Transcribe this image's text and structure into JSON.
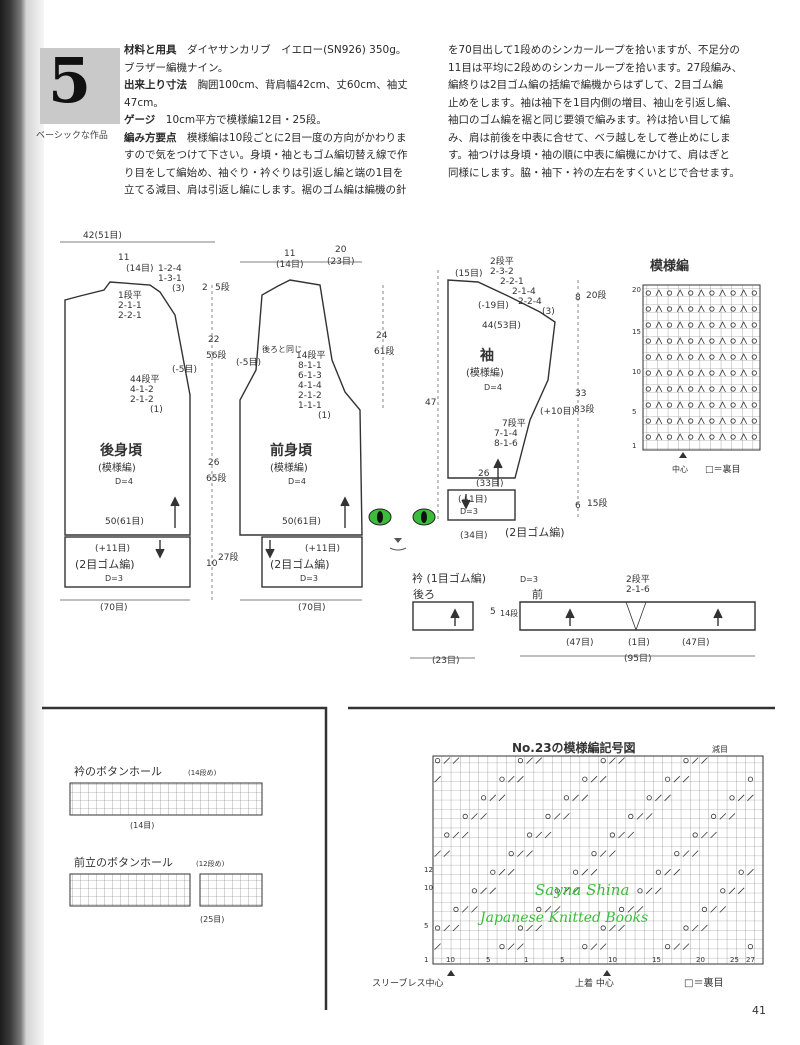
{
  "section": {
    "number": "5",
    "subtitle": "ベーシックな作品"
  },
  "materials": {
    "label": "材料と用具",
    "text": "ダイヤサンカリブ　イエロー(SN926) 350g。",
    "text2": "ブラザー編機ナイン。"
  },
  "size": {
    "label": "出来上り寸法",
    "text": "胸囲100cm、背肩幅42cm、丈60cm、袖丈47cm。"
  },
  "gauge": {
    "label": "ゲージ",
    "text": "10cm平方で模様編12目・25段。"
  },
  "method": {
    "label": "編み方要点",
    "lines": [
      "模様編は10段ごとに2目一度の方向がかわりま",
      "すので気をつけて下さい。身頃・袖ともゴム編切替え線で作",
      "り目をして編始め、袖ぐり・衿ぐりは引返し編と端の1目を",
      "立てる減目、肩は引返し編にします。裾のゴム編は編機の針"
    ]
  },
  "method_right": {
    "lines": [
      "を70目出して1段めのシンカーループを拾いますが、不足分の",
      "11目は平均に2段めのシンカーループを拾います。27段編み、",
      "編終りは2目ゴム編の括編で編機からはずして、2目ゴム編",
      "止めをします。袖は袖下を1目内側の増目、袖山を引返し編、",
      "袖口のゴム編を裾と同じ要領で編みます。衿は拾い目して編",
      "み、肩は前後を中表に合せて、ベラ越しをして巻止めにしま",
      "す。袖つけは身頃・袖の順に中表に編機にかけて、肩はぎと",
      "同様にします。脇・袖下・衿の左右をすくいとじで合せます。"
    ]
  },
  "pieces": {
    "back": {
      "title": "後身頃",
      "pattern": "(模様編)",
      "d": "D=4",
      "rib": "(2目ゴム編)",
      "rib_d": "D=3"
    },
    "front": {
      "title": "前身頃",
      "pattern": "(模様編)",
      "d": "D=4",
      "rib": "(2目ゴム編)",
      "rib_d": "D=3"
    },
    "sleeve": {
      "title": "袖",
      "pattern": "(模様編)",
      "d": "D=4",
      "rib": "(2目ゴム編)",
      "rib_d": "D=3"
    },
    "collar": {
      "title": "衿 (1目ゴム編)",
      "d": "D=3",
      "back": "後ろ",
      "front": "前"
    }
  },
  "dims": {
    "back": [
      "42(51目)",
      "11",
      "(14目)",
      "1-2-4",
      "1-3-1",
      "(3)",
      "1段平",
      "2-1-1",
      "2-2-1",
      "(-5目)",
      "44段平",
      "4-1-2",
      "2-1-2",
      "(1)",
      "22",
      "56段",
      "26",
      "65段",
      "50(61目)",
      "(+11目)",
      "(70目)",
      "10",
      "27段",
      "2",
      "5段"
    ],
    "front": [
      "11",
      "(14目)",
      "20",
      "(23目)",
      "(-5目)",
      "後ろと同じ",
      "14段平",
      "8-1-1",
      "6-1-3",
      "4-1-4",
      "2-1-2",
      "1-1-1",
      "(1)",
      "24",
      "61段",
      "50(61目)",
      "(+11目)",
      "(70目)"
    ],
    "sleeve": [
      "2段平",
      "2-3-2",
      "2-2-1",
      "2-1-4",
      "2-2-4",
      "(3)",
      "(15目)",
      "(-19目)",
      "44(53目)",
      "8",
      "20段",
      "47",
      "33",
      "83段",
      "(+10目)",
      "7段平",
      "7-1-4",
      "8-1-6",
      "26",
      "(33目)",
      "(+1目)",
      "(34目)",
      "6",
      "15段"
    ],
    "collar": [
      "5",
      "14段",
      "(23目)",
      "2段平",
      "2-1-6",
      "(47目)",
      "(1目)",
      "(47目)",
      "(95目)"
    ]
  },
  "chart1": {
    "title": "模様編",
    "left_labels": [
      "20",
      "15",
      "10",
      "5",
      "1"
    ],
    "center": "中心",
    "legend": "□＝裏目"
  },
  "buttonholes": {
    "collar": {
      "title": "衿のボタンホール",
      "rows": "(14段め)",
      "stitches": "(14目)"
    },
    "front": {
      "title": "前立のボタンホール",
      "rows": "(12段め)",
      "stitches": "(25目)"
    }
  },
  "chart2": {
    "title": "No.23の模様編記号図",
    "end_label": "減目",
    "left_labels": [
      "12",
      "10",
      "5",
      "1"
    ],
    "bottom_labels": [
      "10",
      "5",
      "1",
      "5",
      "10",
      "15",
      "20",
      "25",
      "27"
    ],
    "left_center": "スリーブレス中心",
    "right_center": "上着 中心",
    "legend": "□＝裏目"
  },
  "watermark": {
    "line1": "Sayna Shina",
    "line2": "Japanese Knitted Books"
  },
  "page_number": "41"
}
